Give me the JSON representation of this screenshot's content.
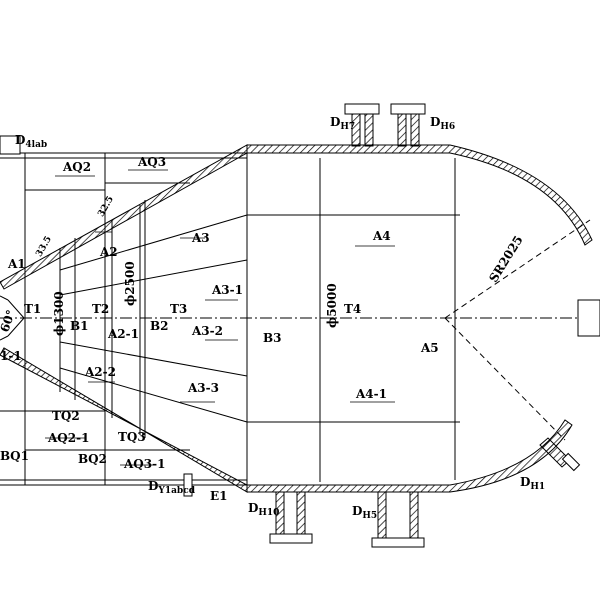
{
  "drawing": {
    "nozzles": {
      "d_4lab": "D",
      "d_4lab_sub": "4lab",
      "d_h7": "D",
      "d_h7_sub": "H7",
      "d_h6": "D",
      "d_h6_sub": "H6",
      "d_h10": "D",
      "d_h10_sub": "H10",
      "d_h5": "D",
      "d_h5_sub": "H5",
      "d_h1": "D",
      "d_h1_sub": "H1",
      "d_y1abcd": "D",
      "d_y1abcd_sub": "Y1abcd"
    },
    "labels": {
      "aq2": "AQ2",
      "aq3": "AQ3",
      "a1": "A1",
      "a1_1": "1-1",
      "a2": "A2",
      "a2_1": "A2-1",
      "a2_2": "A2-2",
      "a3": "A3",
      "a3_1": "A3-1",
      "a3_2": "A3-2",
      "a3_3": "A3-3",
      "a4": "A4",
      "a4_1": "A4-1",
      "a5": "A5",
      "b1": "B1",
      "b2": "B2",
      "b3": "B3",
      "e1": "E1",
      "t1": "T1",
      "t2": "T2",
      "t3": "T3",
      "t4": "T4",
      "tq2": "TQ2",
      "tq3": "TQ3",
      "aq2_1": "AQ2-1",
      "aq3_1": "AQ3-1",
      "bq1": "BQ1",
      "bq2": "BQ2",
      "angle": "60°",
      "phi1300": "ϕ1300",
      "phi2500": "ϕ2500",
      "phi5000": "ϕ5000",
      "sr2025": "SR2025",
      "dim_33_5": "33.5",
      "dim_32_5": "32.5"
    }
  }
}
